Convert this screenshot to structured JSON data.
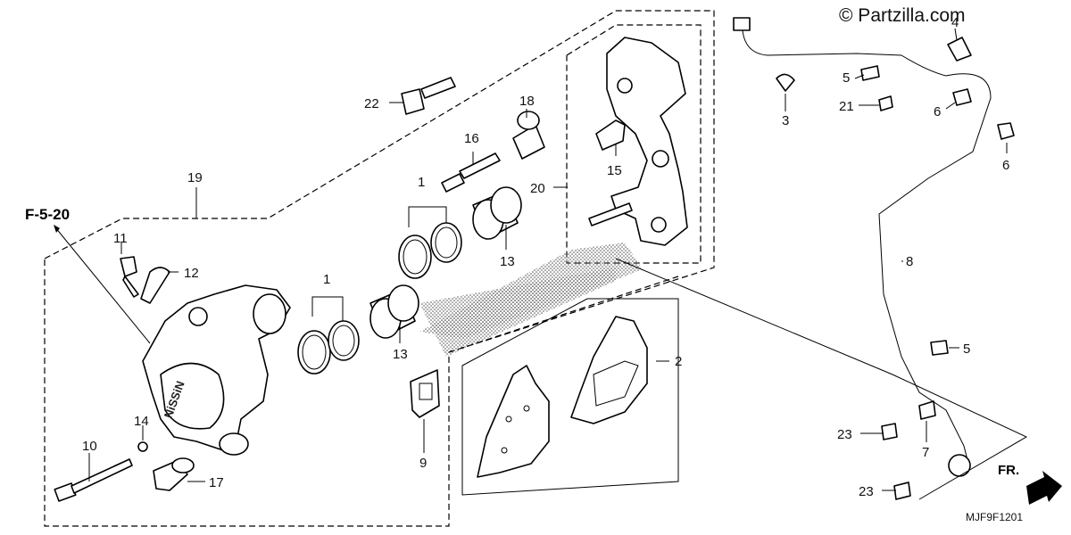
{
  "watermark": "© Partzilla.com",
  "diagram_code": "MJF9F1201",
  "reference": "F-5-20",
  "front_marker": "FR.",
  "callouts": {
    "c1a": "1",
    "c1b": "1",
    "c2": "2",
    "c3": "3",
    "c4": "4",
    "c5a": "5",
    "c5b": "5",
    "c6a": "6",
    "c6b": "6",
    "c7": "7",
    "c8": "8",
    "c9": "9",
    "c10": "10",
    "c11": "11",
    "c12": "12",
    "c13a": "13",
    "c13b": "13",
    "c14": "14",
    "c15": "15",
    "c16": "16",
    "c17": "17",
    "c18": "18",
    "c19": "19",
    "c20": "20",
    "c21": "21",
    "c22": "22",
    "c23a": "23",
    "c23b": "23"
  }
}
